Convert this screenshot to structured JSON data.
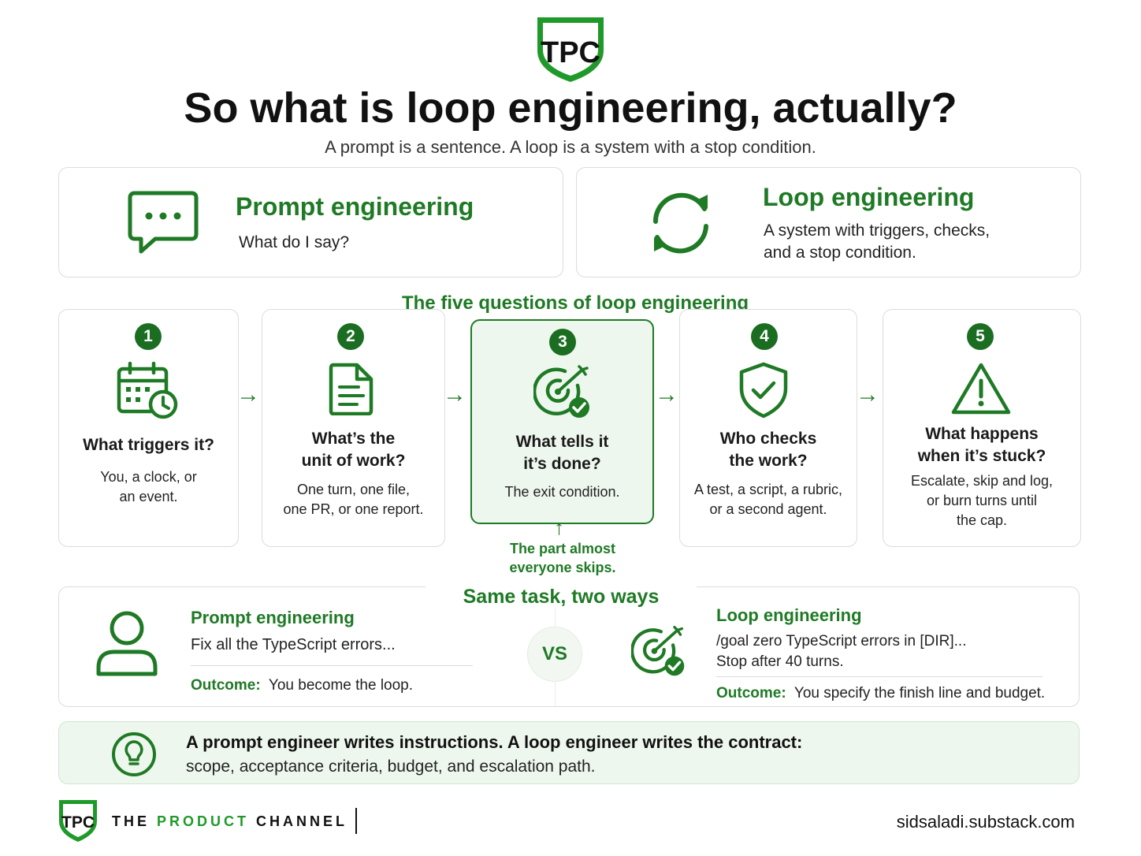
{
  "header": {
    "logo_text": "TPC",
    "title": "So what is loop engineering, actually?",
    "subtitle": "A prompt is a sentence. A loop is a system with a stop condition."
  },
  "compare_top": {
    "prompt": {
      "title": "Prompt engineering",
      "desc": "What do I say?",
      "icon": "chat-bubble-icon"
    },
    "loop": {
      "title": "Loop engineering",
      "desc": "A system with triggers, checks,\nand a stop condition.",
      "icon": "refresh-cycle-icon"
    }
  },
  "questions_heading": "The five questions of loop engineering",
  "questions": [
    {
      "num": "1",
      "title": "What triggers it?",
      "desc": "You, a clock, or\nan event.",
      "icon": "calendar-clock-icon"
    },
    {
      "num": "2",
      "title": "What’s the\nunit of work?",
      "desc": "One turn, one file,\none PR, or one report.",
      "icon": "document-icon"
    },
    {
      "num": "3",
      "title": "What tells it\nit’s done?",
      "desc": "The exit condition.",
      "icon": "target-check-icon"
    },
    {
      "num": "4",
      "title": "Who checks\nthe work?",
      "desc": "A test, a script, a rubric,\nor a second agent.",
      "icon": "shield-check-icon"
    },
    {
      "num": "5",
      "title": "What happens\nwhen it’s stuck?",
      "desc": "Escalate, skip and log,\nor burn turns until\nthe cap.",
      "icon": "warning-triangle-icon"
    }
  ],
  "callout": "The part almost\neveryone skips.",
  "same_task": {
    "heading": "Same task, two ways",
    "vs": "VS",
    "prompt": {
      "title": "Prompt engineering",
      "text": "Fix all the TypeScript errors...",
      "outcome_label": "Outcome:",
      "outcome_text": "You become the loop.",
      "icon": "person-icon"
    },
    "loop": {
      "title": "Loop engineering",
      "text": "/goal zero TypeScript errors in [DIR]...\nStop after 40 turns.",
      "outcome_label": "Outcome:",
      "outcome_text": "You specify the finish line and budget.",
      "icon": "target-check-icon"
    }
  },
  "tip": {
    "line1": "A prompt engineer writes instructions. A loop engineer writes the contract:",
    "line2": "scope, acceptance criteria, budget, and escalation path.",
    "icon": "lightbulb-icon"
  },
  "footer": {
    "brand_the": "THE",
    "brand_product": "PRODUCT",
    "brand_channel": "CHANNEL",
    "url": "sidsaladi.substack.com"
  },
  "colors": {
    "accent": "#1f7a25",
    "accent_dark": "#1b6e21",
    "highlight_bg": "#eef7ee",
    "border": "#dcdcdc"
  }
}
